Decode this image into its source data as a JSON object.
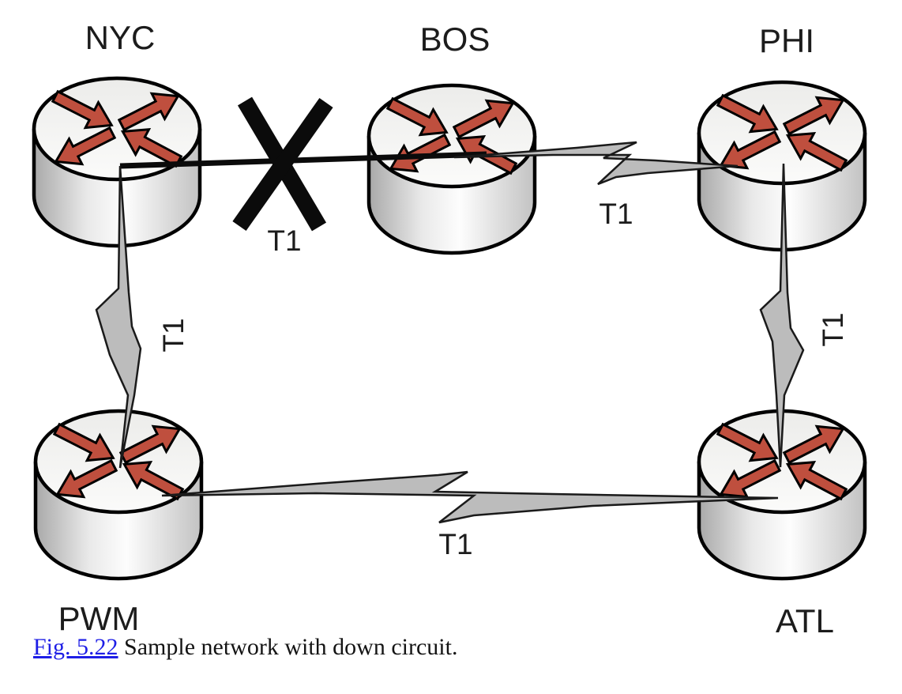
{
  "figure": {
    "caption_link": "Fig. 5.22",
    "caption_text": " Sample network with down circuit."
  },
  "nodes": [
    {
      "label": "NYC"
    },
    {
      "label": "BOS"
    },
    {
      "label": "PHI"
    },
    {
      "label": "PWM"
    },
    {
      "label": "ATL"
    }
  ],
  "links": [
    {
      "from": "NYC",
      "to": "BOS",
      "label": "T1",
      "status": "down"
    },
    {
      "from": "BOS",
      "to": "PHI",
      "label": "T1",
      "status": "up"
    },
    {
      "from": "NYC",
      "to": "PWM",
      "label": "T1",
      "status": "up"
    },
    {
      "from": "PHI",
      "to": "ATL",
      "label": "T1",
      "status": "up"
    },
    {
      "from": "PWM",
      "to": "ATL",
      "label": "T1",
      "status": "up"
    }
  ],
  "colors": {
    "router_arrow_red": "#bf4f3e",
    "link_gray": "#bcbcbc",
    "down_marker_black": "#0b0b0b",
    "caption_link_blue": "#1e1ee6",
    "outline": "#000000"
  }
}
